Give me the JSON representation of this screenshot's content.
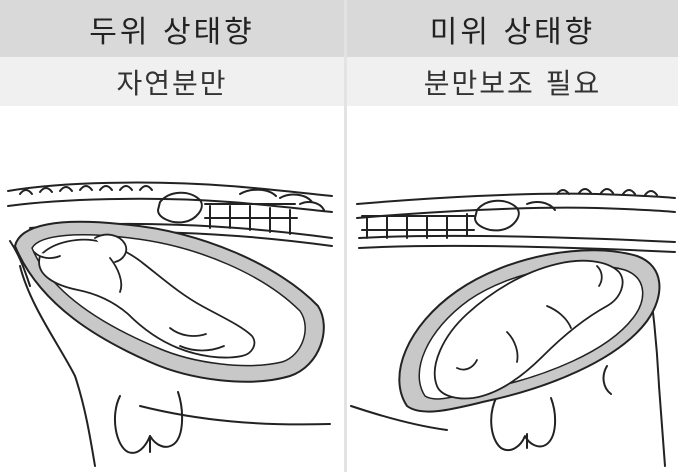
{
  "columns": [
    {
      "header": "두위 상태향",
      "subheader": "자연분만"
    },
    {
      "header": "미위 상태향",
      "subheader": "분만보조 필요"
    }
  ],
  "colors": {
    "header_bg": "#d9d9d9",
    "subheader_bg": "#f0f0f0",
    "fluid": "#c8c8c8",
    "line": "#222222"
  },
  "icons": [
    "cow-calf-head-first-illustration",
    "cow-calf-tail-first-illustration"
  ]
}
